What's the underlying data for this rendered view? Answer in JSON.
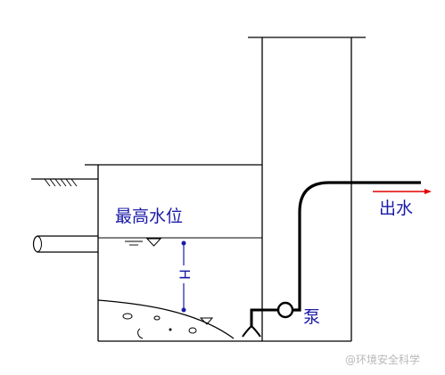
{
  "labels": {
    "max_water_level": "最高水位",
    "outlet": "出水",
    "pump": "泵",
    "height_symbol": "H"
  },
  "watermark": {
    "text": "@环境安全科学"
  },
  "colors": {
    "line": "#000000",
    "label_blue": "#1a1aa8",
    "outlet_arrow": "#e00000",
    "watermark": "#b8b8b8"
  }
}
